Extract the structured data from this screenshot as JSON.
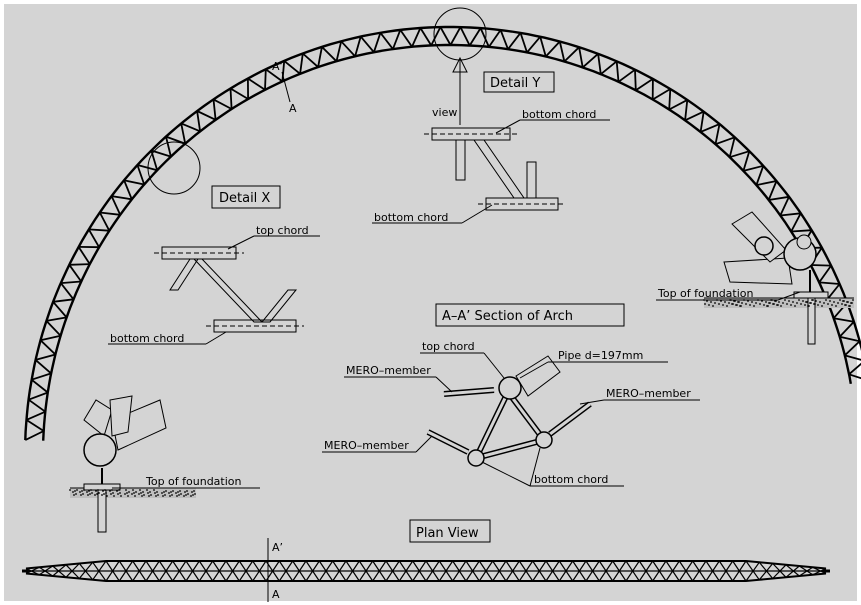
{
  "colors": {
    "paper": "#d4d4d4",
    "ink": "#000000",
    "border": "#ffffff"
  },
  "detail_x": {
    "title": "Detail X",
    "top_chord": "top chord",
    "bottom_chord": "bottom chord"
  },
  "detail_y": {
    "title": "Detail Y",
    "view": "view",
    "bottom_chord_top": "bottom chord",
    "bottom_chord_bottom": "bottom chord"
  },
  "section": {
    "title": "A–A’  Section of Arch",
    "top_chord": "top chord",
    "pipe": "Pipe d=197mm",
    "mero_left": "MERO–member",
    "mero_right": "MERO–member",
    "mero_lower": "MERO–member",
    "bottom_chord": "bottom chord"
  },
  "foundation_left": "Top of foundation",
  "foundation_right": "Top of foundation",
  "arch_markers": {
    "a_prime": "A’",
    "a": "A"
  },
  "plan": {
    "title": "Plan View",
    "a_prime": "A’",
    "a": "A"
  }
}
